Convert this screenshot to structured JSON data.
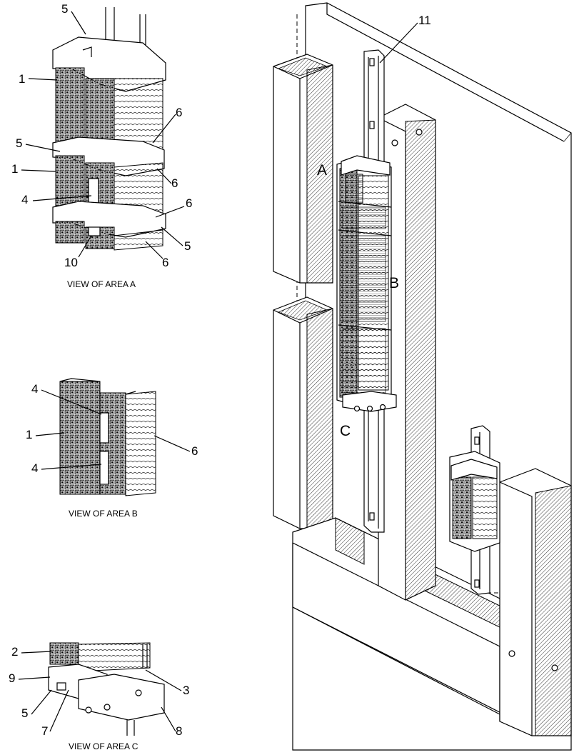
{
  "views": {
    "a": {
      "caption": "VIEW OF AREA  A",
      "callouts": [
        "5",
        "1",
        "6",
        "5",
        "1",
        "6",
        "4",
        "6",
        "5",
        "10",
        "6"
      ]
    },
    "b": {
      "caption": "VIEW OF AREA  B",
      "callouts": [
        "4",
        "1",
        "6",
        "4"
      ]
    },
    "c": {
      "caption": "VIEW OF AREA  C",
      "callouts": [
        "2",
        "9",
        "3",
        "5",
        "7",
        "8"
      ]
    }
  },
  "main": {
    "callout": "11",
    "area_a": "A",
    "area_b": "B",
    "area_c": "C"
  }
}
